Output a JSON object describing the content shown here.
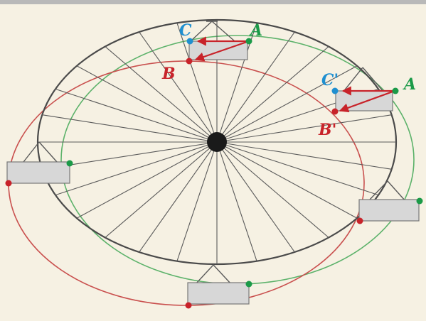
{
  "colors": {
    "background": "#f6f1e3",
    "top_border": "#b9b9b9",
    "wheel": "#4a4a4a",
    "spoke": "#5a5a5a",
    "hub": "#1a1a1a",
    "red_circle": "#c9504e",
    "green_circle": "#5cb26a",
    "cabin_fill": "#d7d7d7",
    "cabin_stroke": "#777777",
    "point_a": "#1b9a48",
    "point_b": "#c8232a",
    "point_c": "#1f8fd0",
    "arrow": "#c8232a"
  },
  "labels": {
    "a_top": "A",
    "b_top": "B",
    "c_top": "C",
    "a_right": "A",
    "b_right": "B'",
    "c_right": "C'"
  },
  "diagram": {
    "spoke_count": 28,
    "icons": {
      "hub": "hub-dot",
      "cabins": "gondola-rectangles",
      "arrows": "velocity-arrows"
    }
  }
}
